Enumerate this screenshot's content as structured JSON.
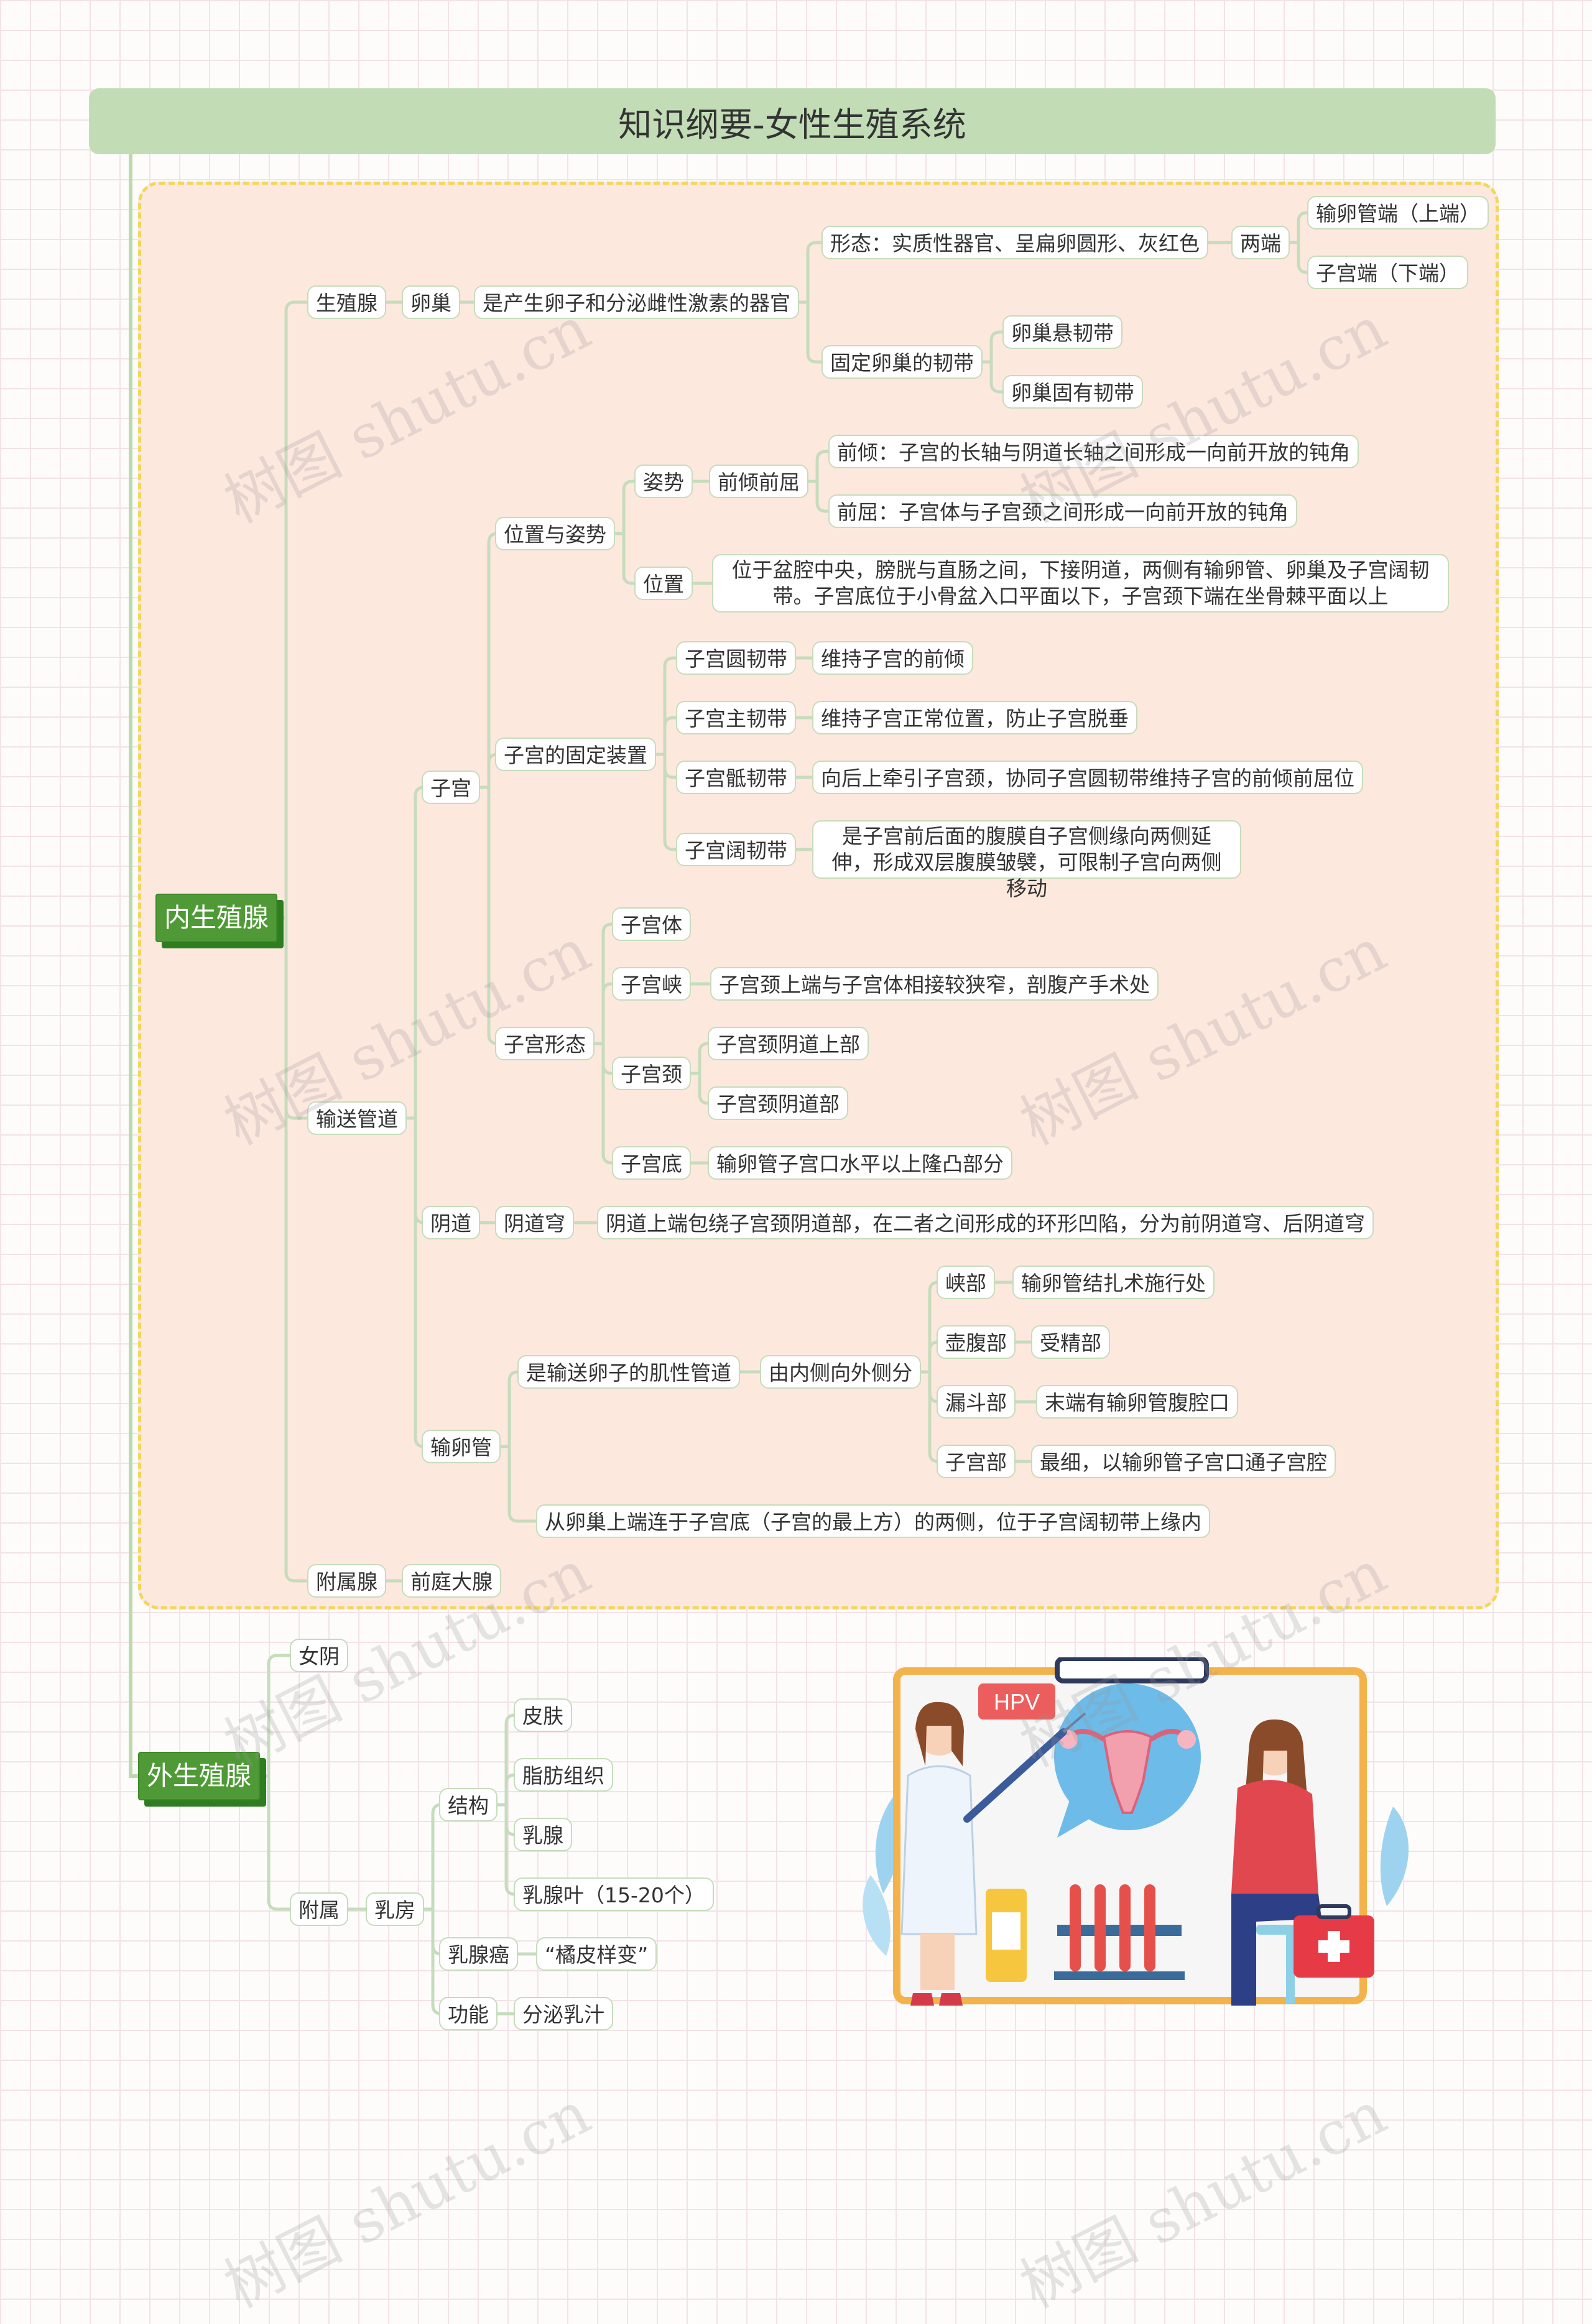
{
  "title": "知识纲要-女性生殖系统",
  "watermark": "树图 shutu.cn",
  "nodes": {
    "inner_genitals": "内生殖腺",
    "gonad": "生殖腺",
    "ovary": "卵巢",
    "ovary_def": "是产生卵子和分泌雌性激素的器官",
    "ovary_shape": "形态：实质性器官、呈扁卵圆形、灰红色",
    "two_ends": "两端",
    "tubal_end": "输卵管端（上端）",
    "uterine_end": "子宫端（下端）",
    "ovary_ligaments": "固定卵巢的韧带",
    "suspensory_lig": "卵巢悬韧带",
    "proper_lig": "卵巢固有韧带",
    "posture": "姿势",
    "anteversion_flexion": "前倾前屈",
    "anteversion": "前倾：子宫的长轴与阴道长轴之间形成一向前开放的钝角",
    "anteflexion": "前屈：子宫体与子宫颈之间形成一向前开放的钝角",
    "location": "位置",
    "location_desc": "位于盆腔中央，膀胱与直肠之间，下接阴道，两侧有输卵管、卵巢及子宫阔韧带。子宫底位于小骨盆入口平面以下，子宫颈下端在坐骨棘平面以上",
    "position_posture": "位置与姿势",
    "round_lig": "子宫圆韧带",
    "round_lig_fn": "维持子宫的前倾",
    "cardinal_lig": "子宫主韧带",
    "cardinal_lig_fn": "维持子宫正常位置，防止子宫脱垂",
    "sacral_lig": "子宫骶韧带",
    "sacral_lig_fn": "向后上牵引子宫颈，协同子宫圆韧带维持子宫的前倾前屈位",
    "broad_lig": "子宫阔韧带",
    "broad_lig_fn": "是子宫前后面的腹膜自子宫侧缘向两侧延伸，形成双层腹膜皱襞，可限制子宫向两侧移动",
    "uterus_fixation": "子宫的固定装置",
    "uterus": "子宫",
    "uterus_body": "子宫体",
    "isthmus": "子宫峡",
    "isthmus_desc": "子宫颈上端与子宫体相接较狭窄，剖腹产手术处",
    "cervix": "子宫颈",
    "cervix_supravag": "子宫颈阴道上部",
    "cervix_vag": "子宫颈阴道部",
    "fundus": "子宫底",
    "fundus_desc": "输卵管子宫口水平以上隆凸部分",
    "uterus_shape": "子宫形态",
    "transport": "输送管道",
    "vagina": "阴道",
    "fornix": "阴道穹",
    "fornix_desc": "阴道上端包绕子宫颈阴道部，在二者之间形成的环形凹陷，分为前阴道穹、后阴道穹",
    "tube": "输卵管",
    "tube_muscular": "是输送卵子的肌性管道",
    "tube_order": "由内侧向外侧分",
    "isthmus_part": "峡部",
    "isthmus_part_desc": "输卵管结扎术施行处",
    "ampulla": "壶腹部",
    "ampulla_desc": "受精部",
    "infundibulum": "漏斗部",
    "infundibulum_desc": "末端有输卵管腹腔口",
    "uterine_part": "子宫部",
    "uterine_part_desc": "最细，以输卵管子宫口通子宫腔",
    "tube_course": "从卵巢上端连于子宫底（子宫的最上方）的两侧，位于子宫阔韧带上缘内",
    "accessory_gland": "附属腺",
    "vestibular_gland": "前庭大腺",
    "outer_genitals": "外生殖腺",
    "vulva": "女阴",
    "appendage": "附属",
    "breast": "乳房",
    "structure": "结构",
    "skin": "皮肤",
    "fat": "脂肪组织",
    "mammary_gland": "乳腺",
    "lobes": "乳腺叶（15-20个）",
    "breast_cancer": "乳腺癌",
    "orange_peel": "“橘皮样变”",
    "function": "功能",
    "lactation": "分泌乳汁"
  },
  "illustration": {
    "sign": "HPV"
  }
}
